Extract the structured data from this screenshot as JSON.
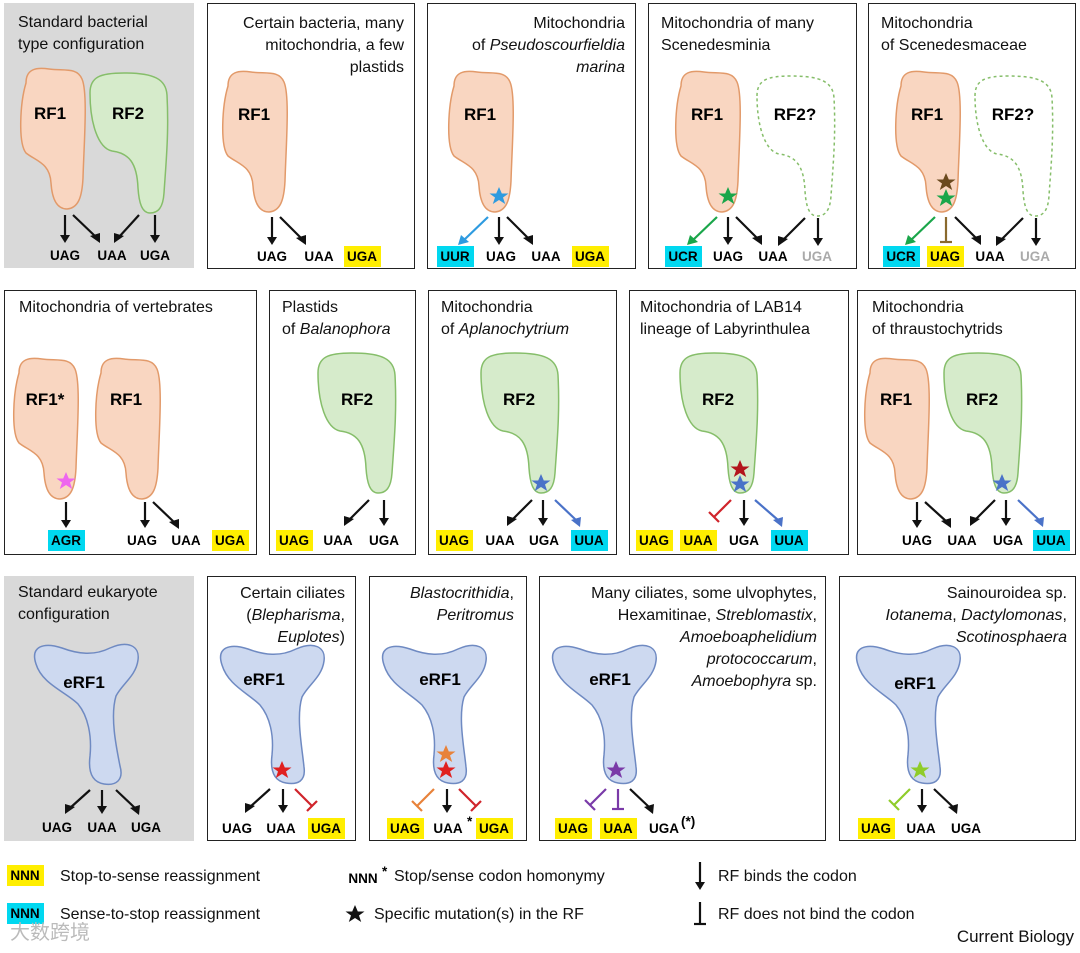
{
  "colors": {
    "rf1_fill": "#f9d6c1",
    "rf1_stroke": "#e29a6a",
    "rf2_fill": "#d6ebcb",
    "rf2_stroke": "#86be6a",
    "erf1_fill": "#cdd9f0",
    "erf1_stroke": "#6f8ac2",
    "highlight_yellow": "#ffee00",
    "highlight_cyan": "#00d8f0",
    "grey_panel": "#d9d9d9",
    "faded": "#aaaaaa"
  },
  "row1": {
    "p1": {
      "cap1": "Standard bacterial",
      "cap2": "type configuration",
      "rf1": "RF1",
      "rf2": "RF2",
      "c1": "UAG",
      "c2": "UAA",
      "c3": "UGA"
    },
    "p2": {
      "cap1": "Certain bacteria, many",
      "cap2": "mitochondria, a few",
      "cap3": "plastids",
      "rf1": "RF1",
      "c1": "UAG",
      "c2": "UAA",
      "c3": "UGA"
    },
    "p3": {
      "cap1": "Mitochondria",
      "cap2a": "of",
      "cap2b": "Pseudoscourfieldia",
      "cap3": "marina",
      "rf1": "RF1",
      "c0": "UUR",
      "c1": "UAG",
      "c2": "UAA",
      "c3": "UGA"
    },
    "p4": {
      "cap1": "Mitochondria of many",
      "cap2": "Scenedesminia",
      "rf1": "RF1",
      "rf2": "RF2?",
      "c0": "UCR",
      "c1": "UAG",
      "c2": "UAA",
      "c3": "UGA"
    },
    "p5": {
      "cap1": "Mitochondria",
      "cap2": "of Scenedesmaceae",
      "rf1": "RF1",
      "rf2": "RF2?",
      "c0": "UCR",
      "c1": "UAG",
      "c2": "UAA",
      "c3": "UGA"
    }
  },
  "row2": {
    "p1": {
      "cap1": "Mitochondria of vertebrates",
      "rf1a": "RF1*",
      "rf1b": "RF1",
      "c0": "AGR",
      "c1": "UAG",
      "c2": "UAA",
      "c3": "UGA"
    },
    "p2": {
      "cap1": "Plastids",
      "cap2a": "of",
      "cap2b": "Balanophora",
      "rf2": "RF2",
      "c1": "UAG",
      "c2": "UAA",
      "c3": "UGA"
    },
    "p3": {
      "cap1": "Mitochondria",
      "cap2a": "of",
      "cap2b": "Aplanochytrium",
      "rf2": "RF2",
      "c1": "UAG",
      "c2": "UAA",
      "c3": "UGA",
      "c4": "UUA"
    },
    "p4": {
      "cap1": "Mitochondria of LAB14",
      "cap2": "lineage of Labyrinthulea",
      "rf2": "RF2",
      "c1": "UAG",
      "c2": "UAA",
      "c3": "UGA",
      "c4": "UUA"
    },
    "p5": {
      "cap1": "Mitochondria",
      "cap2": "of thraustochytrids",
      "rf1": "RF1",
      "rf2": "RF2",
      "c1": "UAG",
      "c2": "UAA",
      "c3": "UGA",
      "c4": "UUA"
    }
  },
  "row3": {
    "p1": {
      "cap1": "Standard eukaryote",
      "cap2": "configuration",
      "erf": "eRF1",
      "c1": "UAG",
      "c2": "UAA",
      "c3": "UGA"
    },
    "p2": {
      "cap1": "Certain ciliates",
      "cap2a": "(",
      "cap2b": "Blepharisma",
      "cap2c": ",",
      "cap3a": "Euplotes",
      "cap3b": ")",
      "erf": "eRF1",
      "c1": "UAG",
      "c2": "UAA",
      "c3": "UGA"
    },
    "p3": {
      "cap1a": "Blastocrithidia",
      "cap1b": ",",
      "cap2": "Peritromus",
      "erf": "eRF1",
      "c1": "UAG",
      "c2": "UAA",
      "c2s": "*",
      "c3": "UGA"
    },
    "p4": {
      "cap1": "Many ciliates, some ulvophytes,",
      "cap2a": "Hexamitinae,",
      "cap2b": "Streblomastix",
      "cap2c": ",",
      "cap3": "Amoeboaphelidium",
      "cap4a": "protococcarum",
      "cap4b": ",",
      "cap5a": "Amoebophyra",
      "cap5b": "sp.",
      "erf": "eRF1",
      "c1": "UAG",
      "c2": "UAA",
      "c3": "UGA",
      "c3s": "(*)"
    },
    "p5": {
      "cap1": "Sainouroidea sp.",
      "cap2a": "Iotanema",
      "cap2b": ",",
      "cap2c": "Dactylomonas",
      "cap2d": ",",
      "cap3a": "Scotinosphaera",
      "erf": "eRF1",
      "c1": "UAG",
      "c2": "UAA",
      "c3": "UGA"
    }
  },
  "legend": {
    "nnn": "NNN",
    "l1": "Stop-to-sense reassignment",
    "l2": "Sense-to-stop reassignment",
    "l3": "Stop/sense codon homonymy",
    "l3s": "*",
    "l4": "Specific mutation(s) in the RF",
    "l5": "RF binds the codon",
    "l6": "RF does not bind the codon"
  },
  "credit": "Current Biology",
  "watermark": "大数跨境"
}
